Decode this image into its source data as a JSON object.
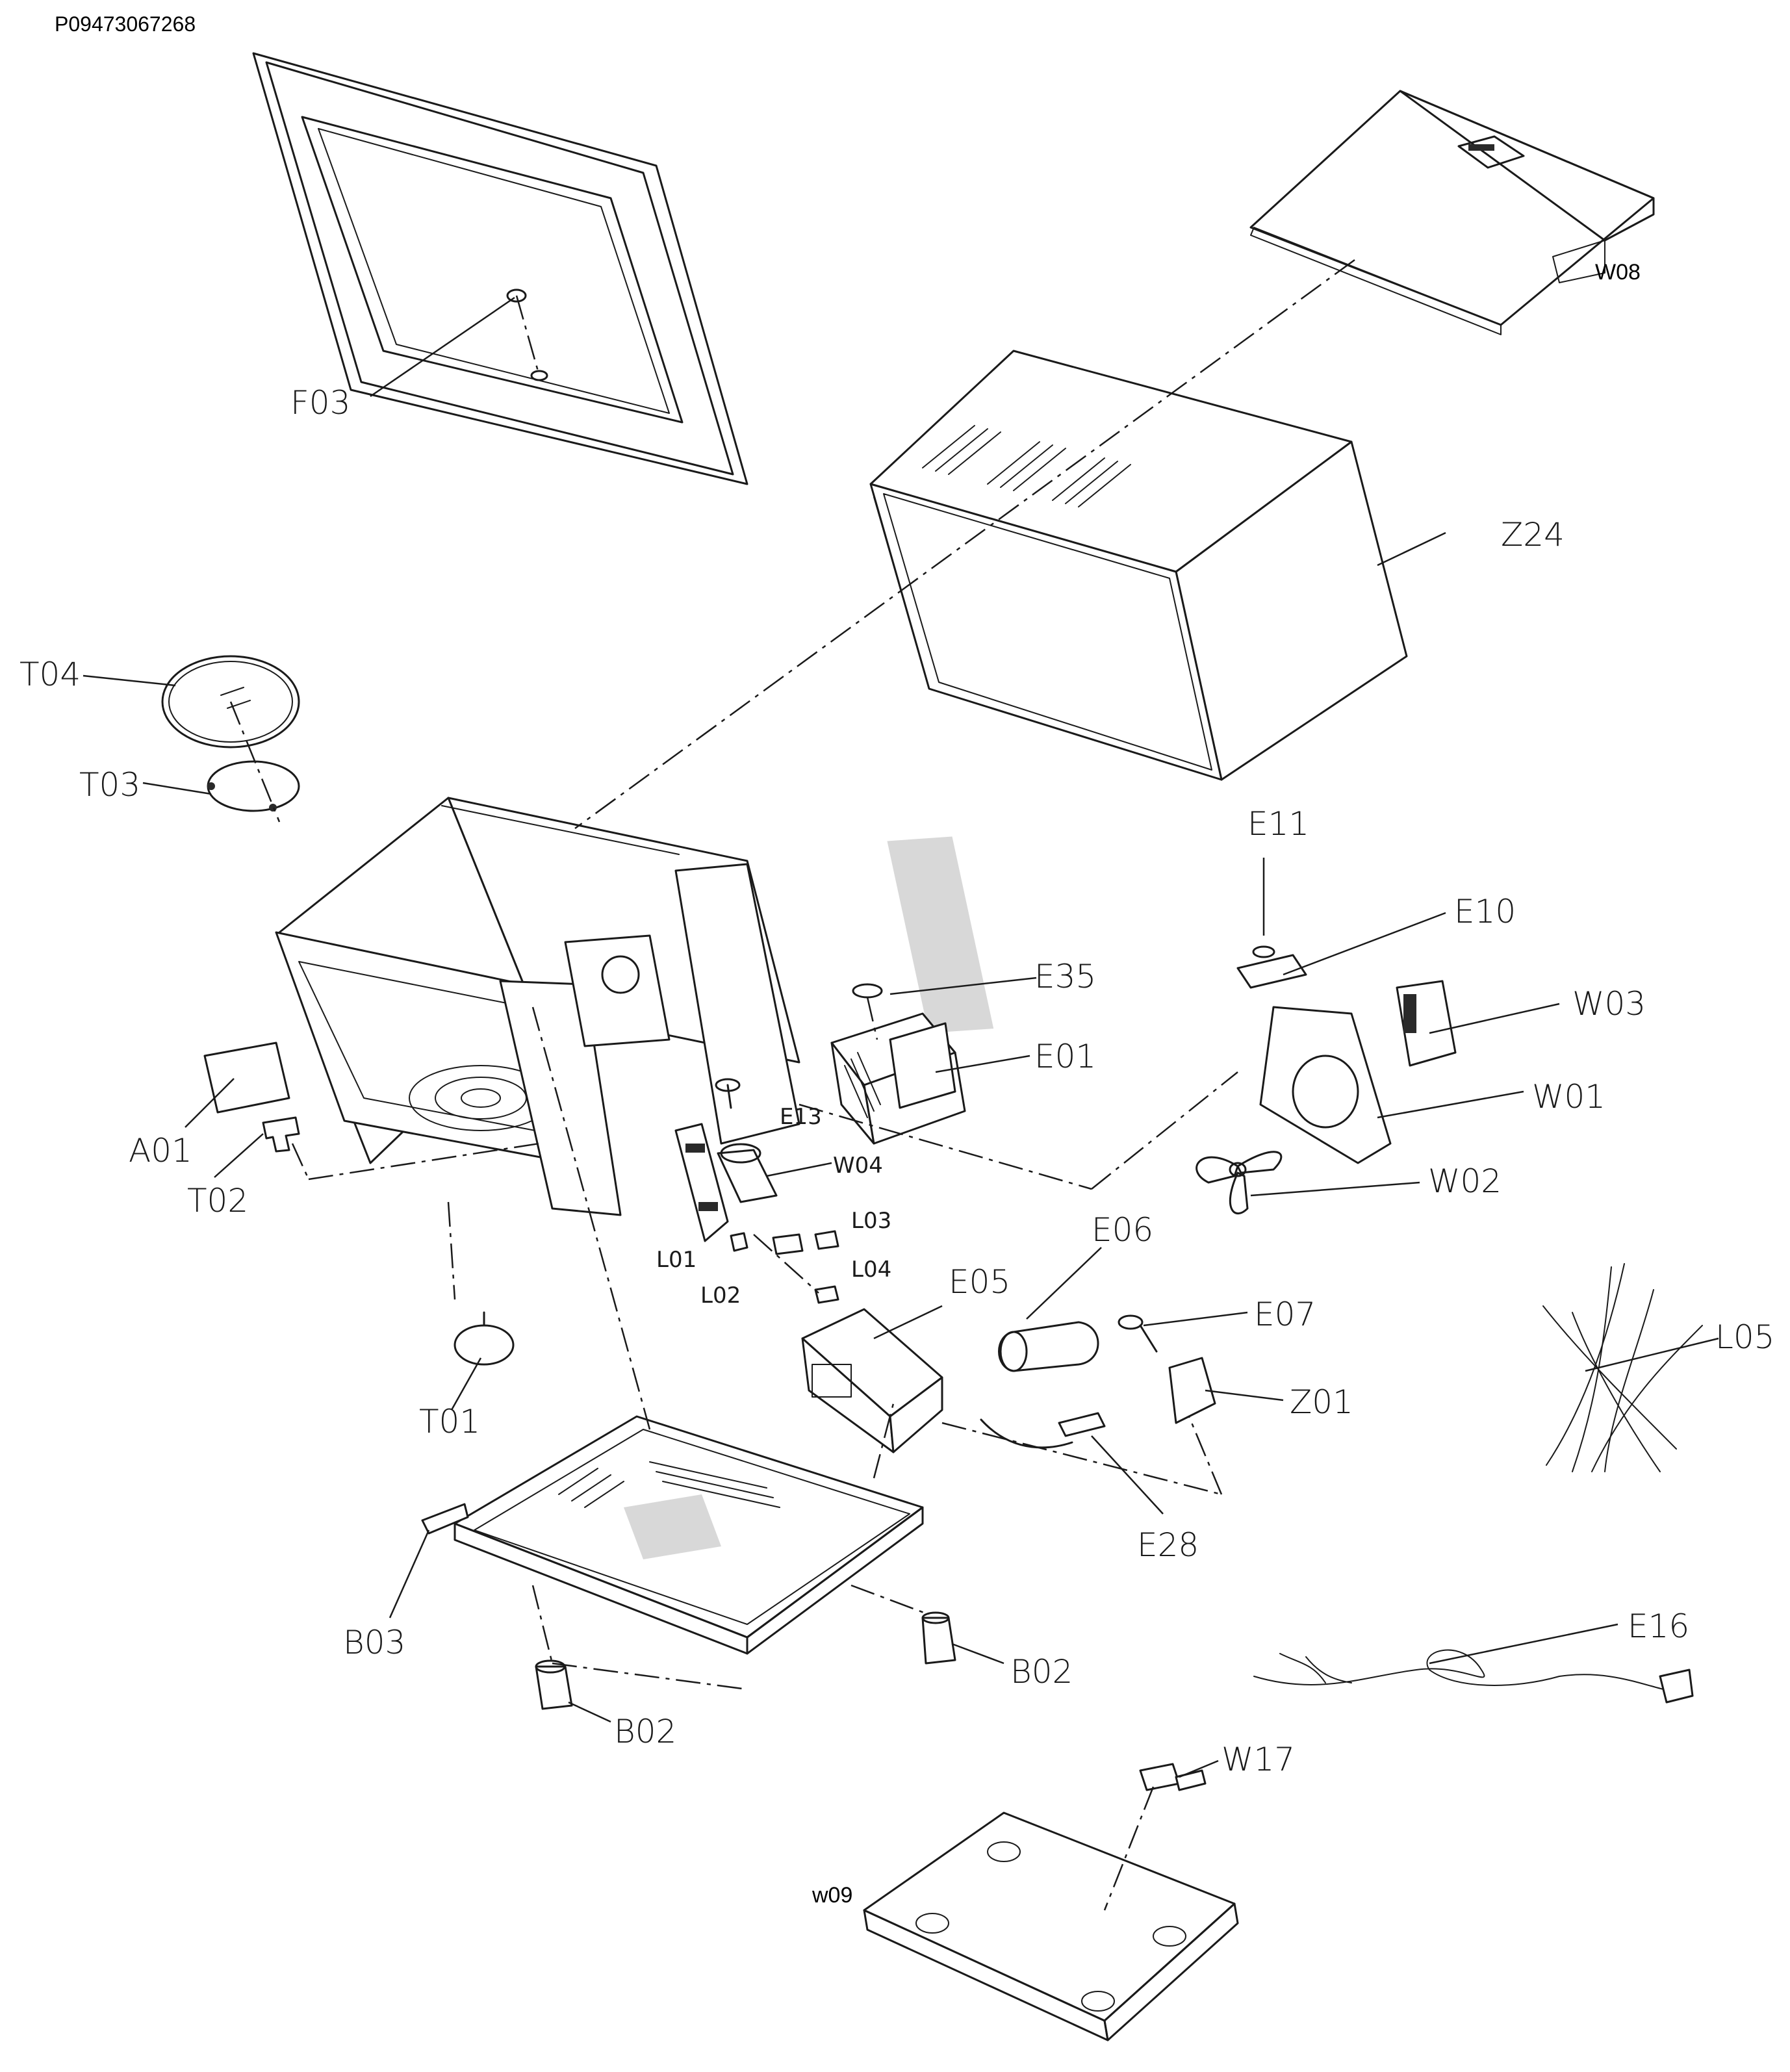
{
  "document_id": "P09473067268",
  "part_labels": {
    "F03": "F03",
    "Z24": "Z24",
    "W08": "W08",
    "T04": "T04",
    "T03": "T03",
    "A01": "A01",
    "T02": "T02",
    "E11": "E11",
    "E10": "E10",
    "E35": "E35",
    "E01": "E01",
    "W03": "W03",
    "W01": "W01",
    "W02": "W02",
    "E13": "E13",
    "W04": "W04",
    "L03": "L03",
    "L04": "L04",
    "L01": "L01",
    "L02": "L02",
    "E06": "E06",
    "E05": "E05",
    "E07": "E07",
    "Z01": "Z01",
    "L05": "L05",
    "T01": "T01",
    "E28": "E28",
    "B03": "B03",
    "B02a": "B02",
    "B02b": "B02",
    "E16": "E16",
    "W17": "W17",
    "W09": "w09"
  }
}
